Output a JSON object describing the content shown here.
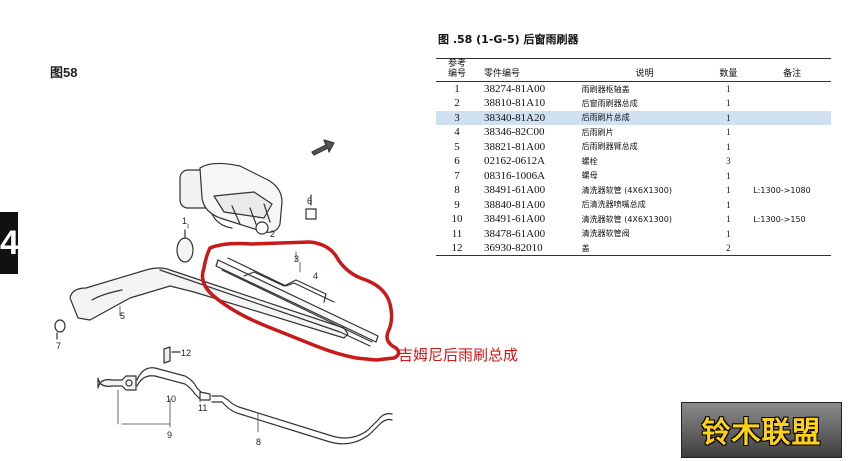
{
  "figure": {
    "label": "图58",
    "section_tab": "4"
  },
  "table": {
    "title": "图 .58  (1-G-5) 后窗雨刷器",
    "headers": {
      "ref_no_line1": "参考",
      "ref_no_line2": "编号",
      "part_no": "零件编号",
      "description": "说明",
      "qty": "数量",
      "remarks": "备注"
    },
    "rows": [
      {
        "no": "1",
        "part": "38274-81A00",
        "desc": "雨刷器枢轴盖",
        "qty": "1",
        "note": ""
      },
      {
        "no": "2",
        "part": "38810-81A10",
        "desc": "后窗雨刷器总成",
        "qty": "1",
        "note": ""
      },
      {
        "no": "3",
        "part": "38340-81A20",
        "desc": "后雨刷片总成",
        "qty": "1",
        "note": "",
        "highlight": true
      },
      {
        "no": "4",
        "part": "38346-82C00",
        "desc": "后雨刷片",
        "qty": "1",
        "note": ""
      },
      {
        "no": "5",
        "part": "38821-81A00",
        "desc": "后雨刷器臂总成",
        "qty": "1",
        "note": ""
      },
      {
        "no": "6",
        "part": "02162-0612A",
        "desc": "螺栓",
        "qty": "3",
        "note": ""
      },
      {
        "no": "7",
        "part": "08316-1006A",
        "desc": "螺母",
        "qty": "1",
        "note": ""
      },
      {
        "no": "8",
        "part": "38491-61A00",
        "desc": "清洗器软管 (4X6X1300)",
        "qty": "1",
        "note": "L:1300->1080"
      },
      {
        "no": "9",
        "part": "38840-81A00",
        "desc": "后清洗器喷嘴总成",
        "qty": "1",
        "note": ""
      },
      {
        "no": "10",
        "part": "38491-61A00",
        "desc": "清洗器软管 (4X6X1300)",
        "qty": "1",
        "note": "L:1300->150"
      },
      {
        "no": "11",
        "part": "38478-61A00",
        "desc": "清洗器软管阀",
        "qty": "1",
        "note": ""
      },
      {
        "no": "12",
        "part": "36930-82010",
        "desc": "盖",
        "qty": "2",
        "note": ""
      }
    ]
  },
  "diagram": {
    "callouts": [
      "1",
      "2",
      "3",
      "4",
      "5",
      "6",
      "7",
      "8",
      "9",
      "10",
      "11",
      "12"
    ],
    "highlight_color": "#c81a1a"
  },
  "annotation": "吉姆尼后雨刷总成",
  "watermark": "铃木联盟"
}
